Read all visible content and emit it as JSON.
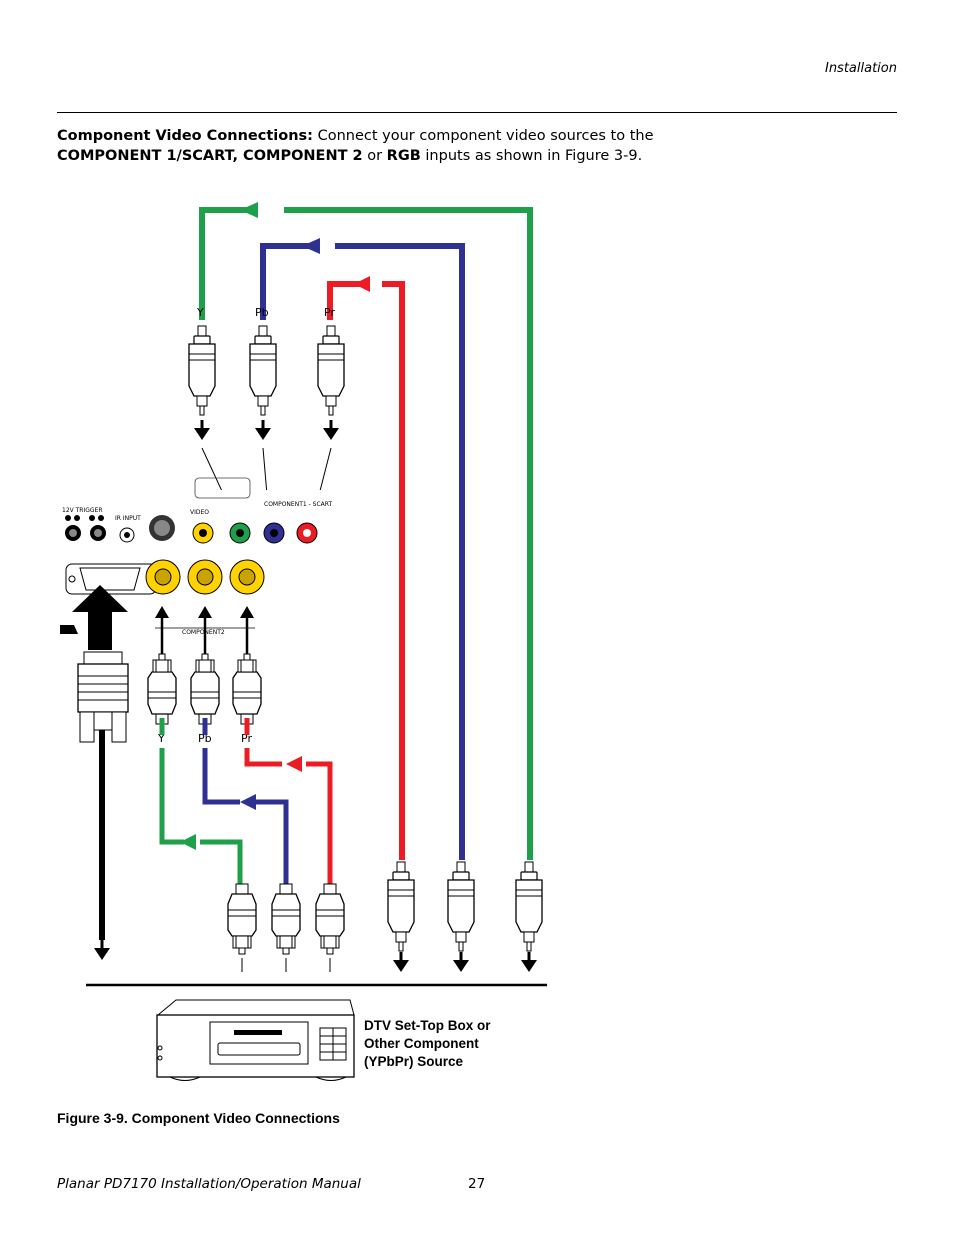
{
  "header": {
    "section": "Installation"
  },
  "intro": {
    "lead_bold": "Component Video Connections:",
    "text1": " Connect your component video sources to the ",
    "bold1": "COMPONENT 1/SCART, COMPONENT 2",
    "text2": " or ",
    "bold2": "RGB",
    "text3": " inputs as shown in Figure 3-9."
  },
  "figure": {
    "top_labels": [
      "Y",
      "Pb",
      "Pr"
    ],
    "bottom_labels": [
      "Y",
      "Pb",
      "Pr"
    ],
    "panel_text": {
      "ir_input": "IR INPUT",
      "video": "VIDEO",
      "component1": "COMPONENT1 - SCART",
      "component2": "COMPONENT2"
    },
    "device_label_lines": [
      "DTV Set-Top Box or",
      "Other Component",
      "(YPbPr) Source"
    ],
    "caption": "Figure 3-9. Component Video Connections",
    "colors": {
      "y": "#1ea04a",
      "pb": "#2e3192",
      "pr": "#ed1c24",
      "connector": "#ffd200"
    }
  },
  "footer": {
    "manual": "Planar PD7170 Installation/Operation Manual",
    "page": "27"
  }
}
